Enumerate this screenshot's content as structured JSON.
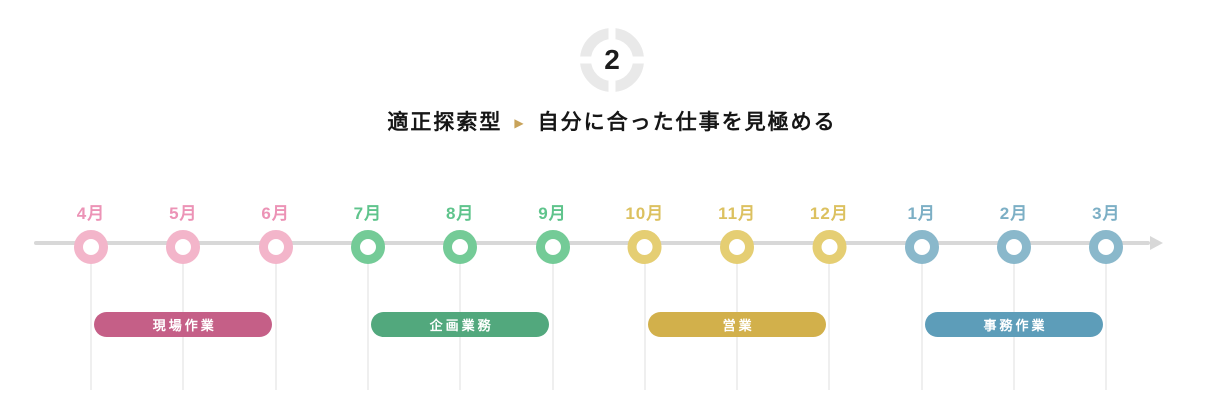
{
  "badge": {
    "number": "2",
    "ring_color": "#e9e9e9",
    "number_color": "#1c1c1c"
  },
  "title": {
    "left": "適正探索型",
    "separator_icon": "▶",
    "separator_color": "#c8a35a",
    "right": "自分に合った仕事を見極める",
    "text_color": "#161616"
  },
  "timeline": {
    "axis_color": "#d8d8d8",
    "grid_line_color": "#efefef",
    "groups": [
      {
        "label": "現場作業",
        "months": [
          "4月",
          "5月",
          "6月"
        ],
        "ring_color": "#f3b5ca",
        "month_label_color": "#ec93b6",
        "pill_color": "#c55f87",
        "pill_text_color": "#ffffff"
      },
      {
        "label": "企画業務",
        "months": [
          "7月",
          "8月",
          "9月"
        ],
        "ring_color": "#74cb97",
        "month_label_color": "#5fc48c",
        "pill_color": "#52a87d",
        "pill_text_color": "#ffffff"
      },
      {
        "label": "営業",
        "months": [
          "10月",
          "11月",
          "12月"
        ],
        "ring_color": "#e5ce73",
        "month_label_color": "#dcc160",
        "pill_color": "#d2b04b",
        "pill_text_color": "#ffffff"
      },
      {
        "label": "事務作業",
        "months": [
          "1月",
          "2月",
          "3月"
        ],
        "ring_color": "#8ab8cb",
        "month_label_color": "#7cafc5",
        "pill_color": "#5d9db9",
        "pill_text_color": "#ffffff"
      }
    ]
  }
}
